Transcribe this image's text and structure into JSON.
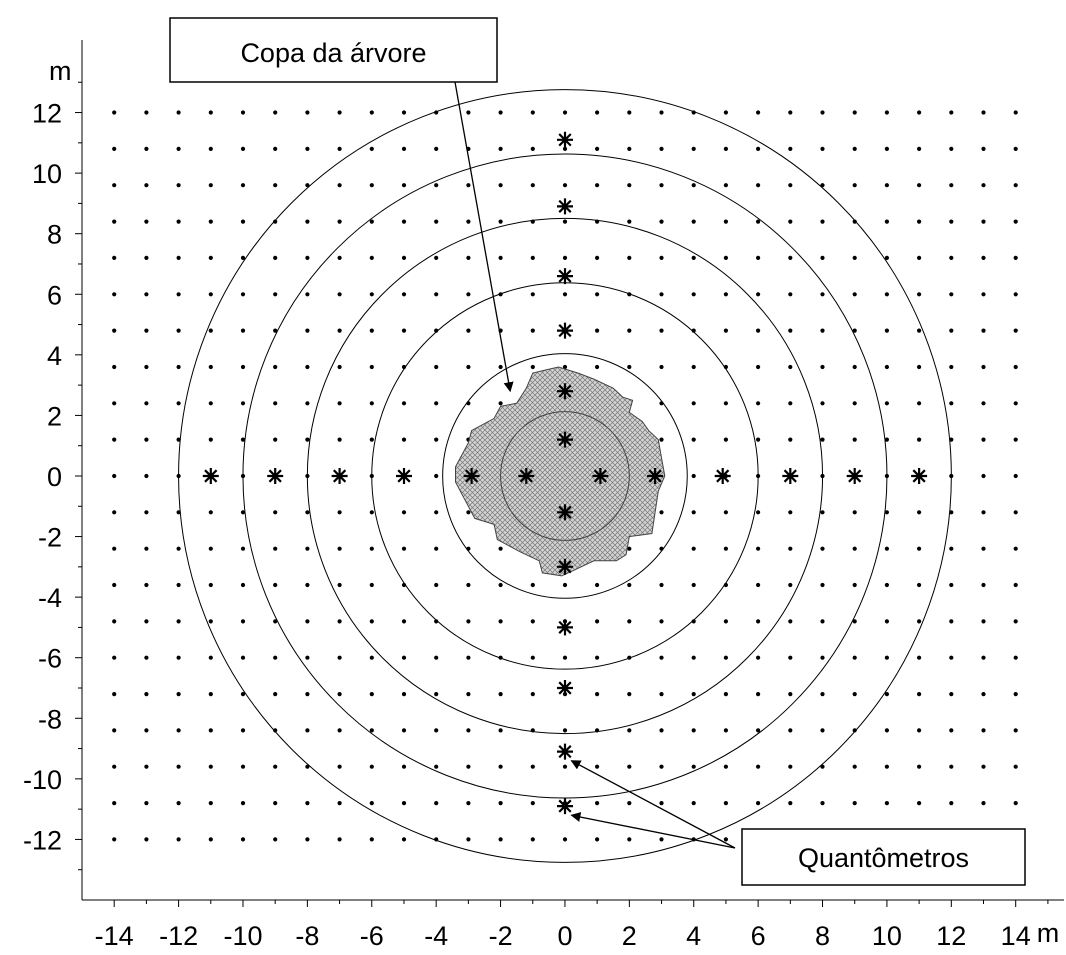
{
  "chart_data": {
    "type": "scatter",
    "title": "",
    "xlabel": "m",
    "ylabel": "m",
    "xlim": [
      -15,
      15.5
    ],
    "ylim": [
      -14,
      13.9
    ],
    "x_ticks": [
      -14,
      -12,
      -10,
      -8,
      -6,
      -4,
      -2,
      0,
      2,
      4,
      6,
      8,
      10,
      12,
      14
    ],
    "y_ticks": [
      12,
      10,
      8,
      6,
      4,
      2,
      0,
      -2,
      -4,
      -6,
      -8,
      -10,
      -12
    ],
    "grid_points": {
      "x_start": -14,
      "x_end": 14,
      "x_step": 1,
      "y_start": -12,
      "y_end": 12,
      "y_step": 1.2
    },
    "circles": {
      "center": [
        0,
        0
      ],
      "radii": [
        2,
        3.8,
        6,
        8,
        10,
        12
      ]
    },
    "crown": {
      "color": "#cfcfcf",
      "outline": [
        [
          -3.4,
          0.3
        ],
        [
          -3.0,
          1.1
        ],
        [
          -2.9,
          1.5
        ],
        [
          -2.2,
          1.9
        ],
        [
          -2.0,
          2.3
        ],
        [
          -1.5,
          2.4
        ],
        [
          -1.2,
          2.9
        ],
        [
          -1.0,
          3.4
        ],
        [
          -0.6,
          3.5
        ],
        [
          -0.2,
          3.6
        ],
        [
          0.4,
          3.4
        ],
        [
          0.9,
          3.2
        ],
        [
          1.5,
          2.9
        ],
        [
          1.8,
          2.6
        ],
        [
          2.1,
          2.5
        ],
        [
          2.0,
          2.1
        ],
        [
          2.4,
          1.8
        ],
        [
          2.6,
          1.5
        ],
        [
          2.9,
          1.2
        ],
        [
          3.0,
          0.6
        ],
        [
          3.1,
          0.0
        ],
        [
          2.9,
          -0.5
        ],
        [
          2.8,
          -1.2
        ],
        [
          2.7,
          -1.9
        ],
        [
          2.0,
          -2.0
        ],
        [
          1.9,
          -2.6
        ],
        [
          1.6,
          -2.8
        ],
        [
          0.9,
          -2.8
        ],
        [
          0.3,
          -3.1
        ],
        [
          -0.1,
          -3.3
        ],
        [
          -0.7,
          -3.2
        ],
        [
          -0.8,
          -2.8
        ],
        [
          -1.4,
          -2.5
        ],
        [
          -2.1,
          -2.1
        ],
        [
          -2.2,
          -1.6
        ],
        [
          -2.8,
          -1.4
        ],
        [
          -3.1,
          -0.8
        ],
        [
          -3.4,
          -0.2
        ]
      ]
    },
    "series": [
      {
        "name": "Quantômetros",
        "marker": "asterisk",
        "x": [
          0,
          0,
          0,
          0,
          0,
          0,
          0,
          0,
          0,
          0,
          0,
          0,
          -11,
          -9,
          -7,
          -5,
          -2.9,
          -1.2,
          1.1,
          2.8,
          4.9,
          7.0,
          9.0,
          11.0
        ],
        "y": [
          11.1,
          8.9,
          6.6,
          4.8,
          2.8,
          1.2,
          -1.2,
          -3.0,
          -5.0,
          -7.0,
          -9.1,
          -10.9,
          0,
          0,
          0,
          0,
          0,
          0,
          0,
          0,
          0,
          0,
          0,
          0
        ]
      }
    ],
    "annotations": [
      {
        "text": "Copa da árvore",
        "points_to": [
          [
            -1.7,
            2.8
          ]
        ]
      },
      {
        "text": "Quantômetros",
        "points_to": [
          [
            0.2,
            -9.4
          ],
          [
            0.2,
            -11.2
          ]
        ]
      }
    ],
    "grid": false,
    "legend": "none"
  }
}
